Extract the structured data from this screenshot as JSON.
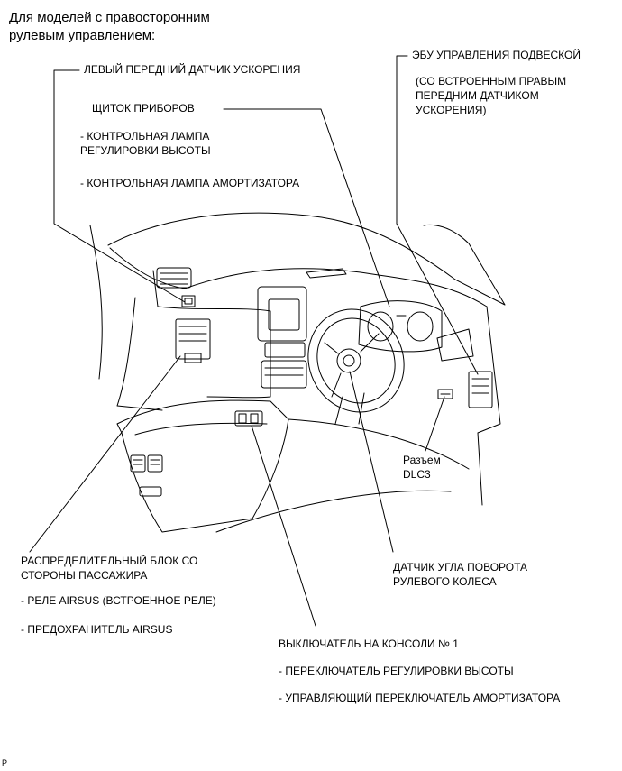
{
  "title_line1": "Для моделей с правосторонним",
  "title_line2": "рулевым управлением:",
  "labels": {
    "left_sensor": "ЛЕВЫЙ ПЕРЕДНИЙ ДАТЧИК УСКОРЕНИЯ",
    "cluster": "ЩИТОК ПРИБОРОВ",
    "height_lamp_1": "- КОНТРОЛЬНАЯ ЛАМПА",
    "height_lamp_2": "РЕГУЛИРОВКИ ВЫСОТЫ",
    "absorber_lamp": "- КОНТРОЛЬНАЯ ЛАМПА АМОРТИЗАТОРА",
    "ecu": "ЭБУ УПРАВЛЕНИЯ ПОДВЕСКОЙ",
    "ecu_note_1": "(СО ВСТРОЕННЫМ ПРАВЫМ",
    "ecu_note_2": "ПЕРЕДНИМ ДАТЧИКОМ",
    "ecu_note_3": "УСКОРЕНИЯ)",
    "dlc3_1": "Разъем",
    "dlc3_2": "DLC3",
    "junction_1": "РАСПРЕДЕЛИТЕЛЬНЫЙ БЛОК СО",
    "junction_2": "СТОРОНЫ ПАССАЖИРА",
    "relay": "- РЕЛЕ AIRSUS (ВСТРОЕННОЕ РЕЛЕ)",
    "fuse": "- ПРЕДОХРАНИТЕЛЬ AIRSUS",
    "steering_sensor_1": "ДАТЧИК УГЛА ПОВОРОТА",
    "steering_sensor_2": "РУЛЕВОГО КОЛЕСА",
    "console_switch": "ВЫКЛЮЧАТЕЛЬ НА КОНСОЛИ № 1",
    "height_switch": "- ПЕРЕКЛЮЧАТЕЛЬ РЕГУЛИРОВКИ ВЫСОТЫ",
    "absorber_switch": "- УПРАВЛЯЮЩИЙ ПЕРЕКЛЮЧАТЕЛЬ АМОРТИЗАТОРА",
    "corner_mark": "P"
  }
}
